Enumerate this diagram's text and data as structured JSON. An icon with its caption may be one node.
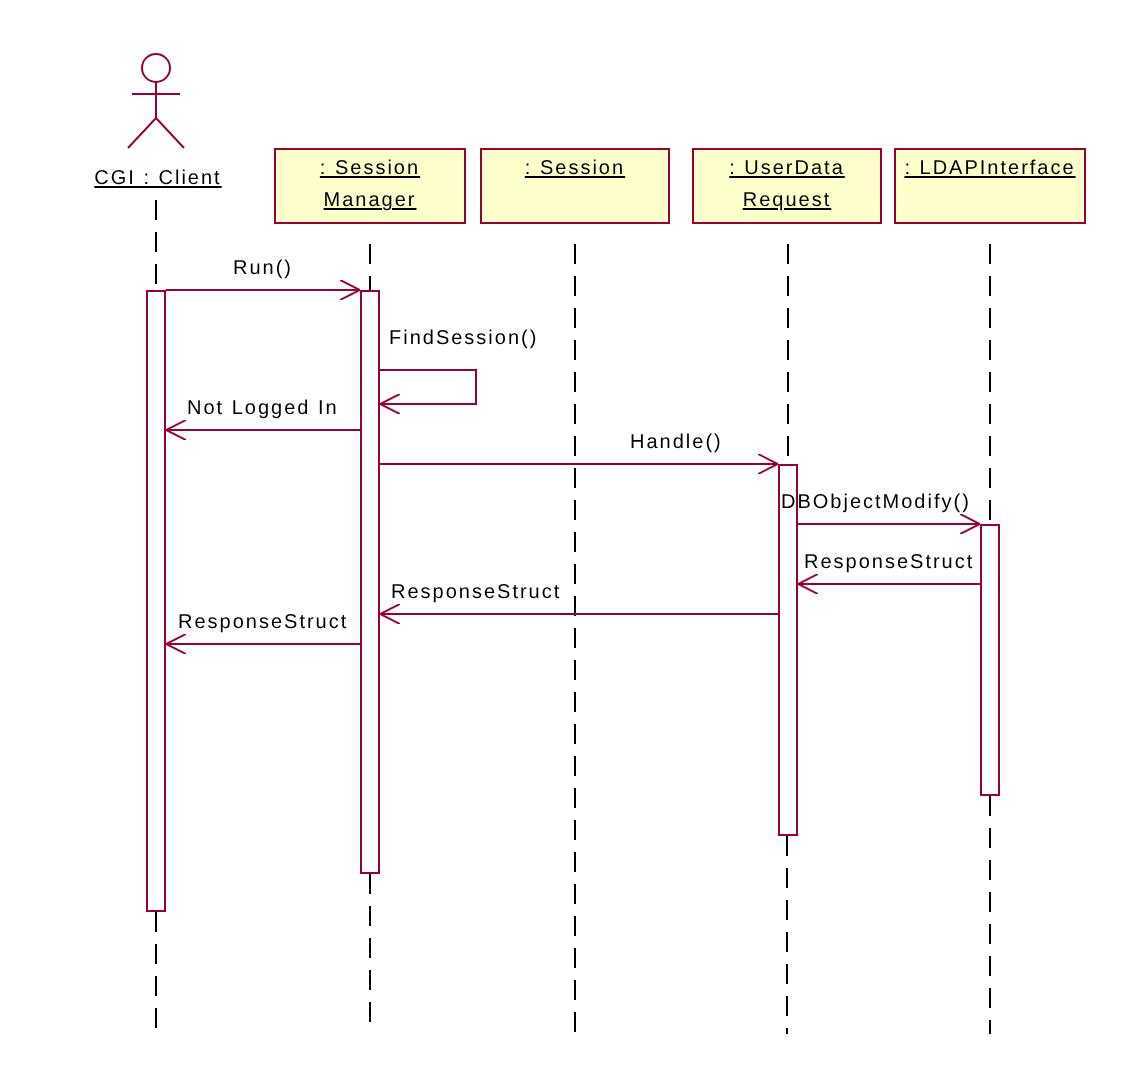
{
  "diagram": {
    "nodes": [
      {
        "text": [
          "CGI : Client"
        ]
      },
      {
        "text": [
          ": Session Manager"
        ]
      },
      {
        "text": [
          ": Session"
        ]
      },
      {
        "text": [
          ": UserData Request"
        ]
      },
      {
        "text": [
          ": LDAPInterface"
        ]
      },
      {
        "text": [],
        "shape": "bar"
      },
      {
        "text": [],
        "shape": "bar"
      },
      {
        "text": [],
        "shape": "bar"
      },
      {
        "text": [],
        "shape": "bar"
      }
    ],
    "edges": [
      {
        "from": 0,
        "to": 5,
        "arrow": "none",
        "style": "dashed",
        "color": "#000000"
      },
      {
        "from": 1,
        "to": 6,
        "arrow": "none",
        "style": "dashed",
        "color": "#000000"
      },
      {
        "from": 3,
        "to": 7,
        "arrow": "none",
        "style": "dashed",
        "color": "#000000"
      },
      {
        "from": 4,
        "to": 8,
        "arrow": "none",
        "style": "dashed",
        "color": "#000000"
      },
      {
        "from": 5,
        "to": 6,
        "arrow": "to",
        "label": "Run()"
      },
      {
        "from": 6,
        "to": 6,
        "arrow": "to",
        "label": "FindSession()"
      },
      {
        "from": 6,
        "to": 5,
        "arrow": "to",
        "label": "Not Logged In"
      },
      {
        "from": 6,
        "to": 7,
        "arrow": "to",
        "label": "Handle()"
      },
      {
        "from": 7,
        "to": 8,
        "arrow": "to",
        "label": "DBObjectModify()"
      },
      {
        "from": 8,
        "to": 7,
        "arrow": "to",
        "label": "ResponseStruct"
      },
      {
        "from": 7,
        "to": 6,
        "arrow": "to",
        "label": "ResponseStruct"
      },
      {
        "from": 6,
        "to": 5,
        "arrow": "to",
        "label": "ResponseStruct"
      }
    ]
  }
}
